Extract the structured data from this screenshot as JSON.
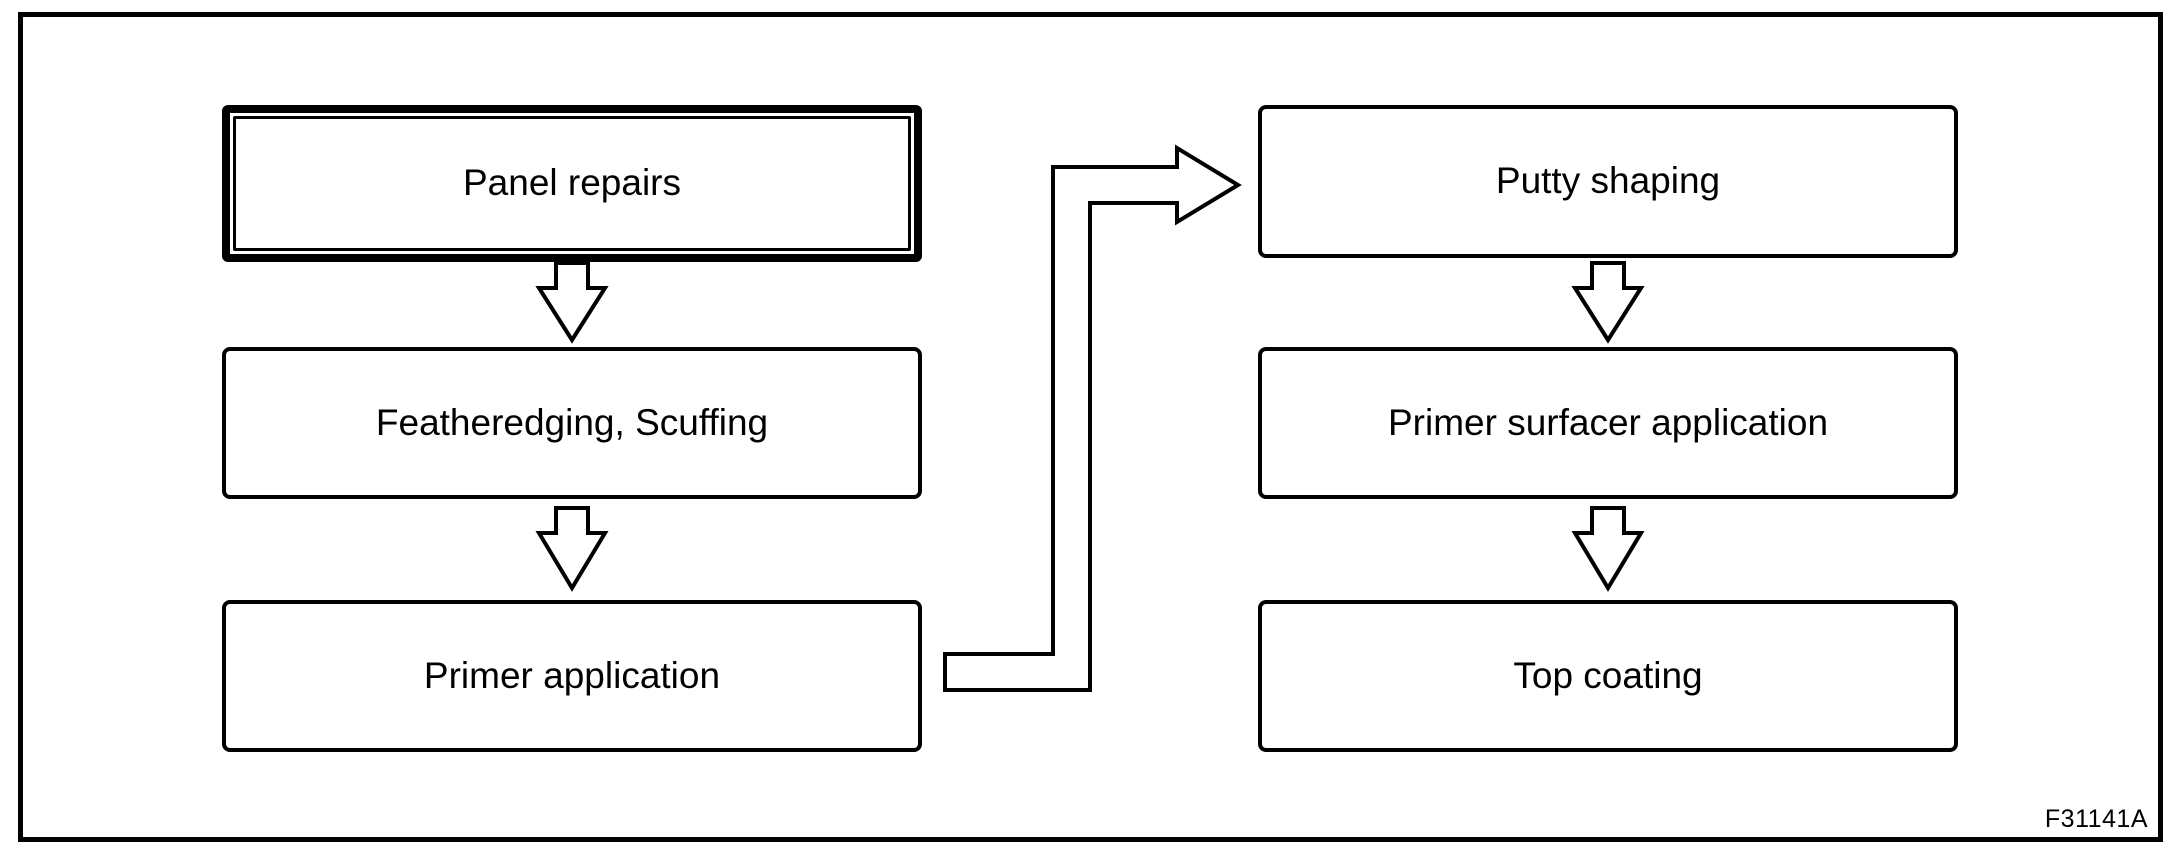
{
  "diagram": {
    "type": "flowchart",
    "background": "#ffffff",
    "line_color": "#000000",
    "boxes": [
      {
        "id": "panel-repairs",
        "label": "Panel repairs",
        "emphasized": true
      },
      {
        "id": "featheredging",
        "label": "Featheredging, Scuffing",
        "emphasized": false
      },
      {
        "id": "primer-app",
        "label": "Primer application",
        "emphasized": false
      },
      {
        "id": "putty-shaping",
        "label": "Putty shaping",
        "emphasized": false
      },
      {
        "id": "primer-surfacer",
        "label": "Primer surfacer application",
        "emphasized": false
      },
      {
        "id": "top-coating",
        "label": "Top coating",
        "emphasized": false
      }
    ],
    "flows": [
      {
        "from": "Panel repairs",
        "to": "Featheredging, Scuffing",
        "arrow": "hollow-down"
      },
      {
        "from": "Featheredging, Scuffing",
        "to": "Primer application",
        "arrow": "hollow-down"
      },
      {
        "from": "Primer application",
        "to": "Putty shaping",
        "arrow": "hollow-elbow-right-up-right"
      },
      {
        "from": "Putty shaping",
        "to": "Primer surfacer application",
        "arrow": "hollow-down"
      },
      {
        "from": "Primer surfacer application",
        "to": "Top coating",
        "arrow": "hollow-down"
      }
    ],
    "figure_label": "F31141A"
  }
}
